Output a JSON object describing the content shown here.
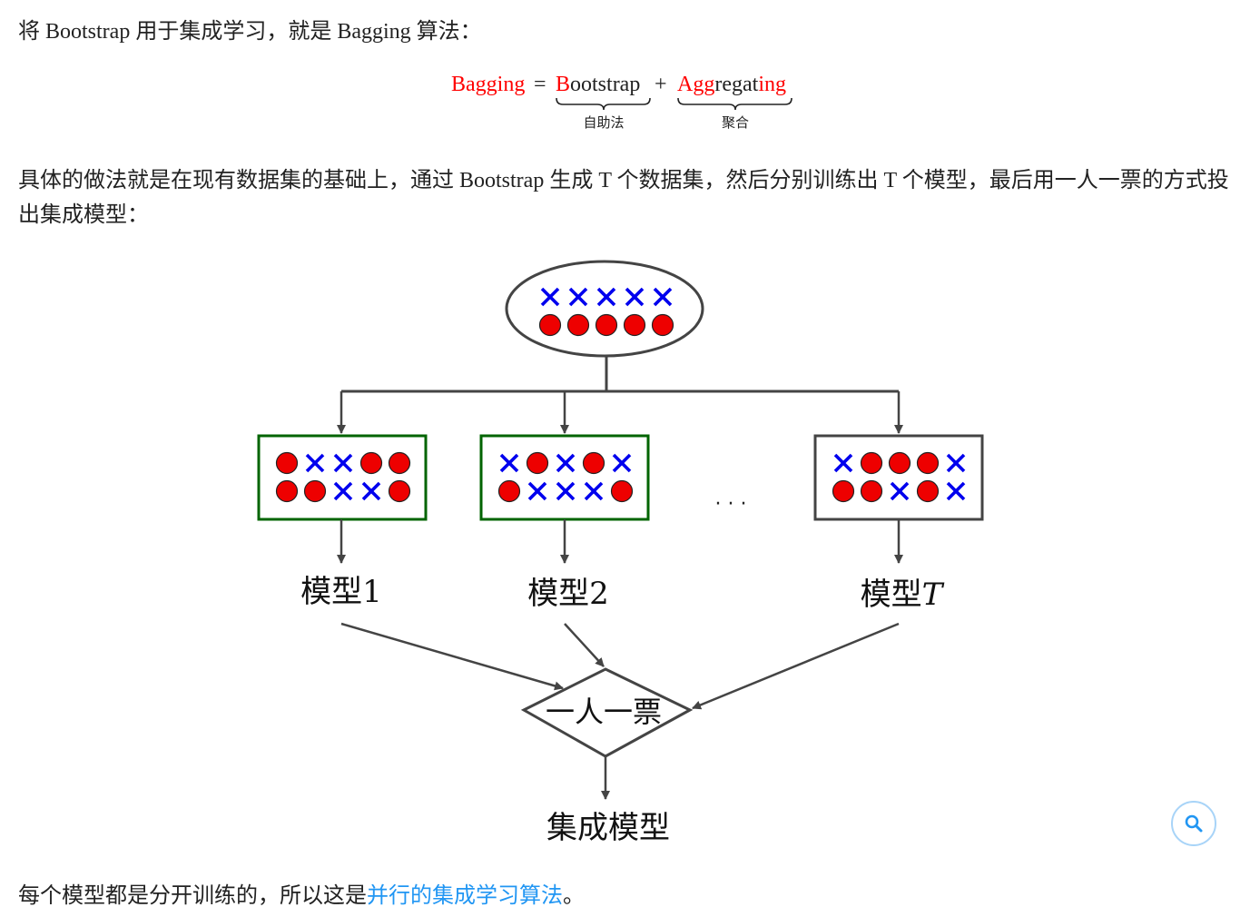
{
  "intro": {
    "prefix": "将 Bootstrap 用于集成学习，就是 Bagging 算法："
  },
  "formula": {
    "lhs": "Bagging",
    "equals": "=",
    "bootstrap_first": "B",
    "bootstrap_rest": "ootstrap",
    "plus": "+",
    "agg_prefix": "Agg",
    "agg_middle": "regat",
    "agg_suffix": "ing",
    "bootstrap_brace_label": "自助法",
    "aggregating_brace_label": "聚合",
    "highlight_color": "#ff0000"
  },
  "description": "具体的做法就是在现有数据集的基础上，通过 Bootstrap 生成 T 个数据集，然后分别训练出 T 个模型，最后用一人一票的方式投出集成模型：",
  "diagram": {
    "source_dataset": {
      "row1": [
        "x",
        "x",
        "x",
        "x",
        "x"
      ],
      "row2": [
        "o",
        "o",
        "o",
        "o",
        "o"
      ]
    },
    "samples": [
      {
        "row1": [
          "o",
          "x",
          "x",
          "o",
          "o"
        ],
        "row2": [
          "o",
          "o",
          "x",
          "x",
          "o"
        ],
        "border_color": "#006400"
      },
      {
        "row1": [
          "x",
          "o",
          "x",
          "o",
          "x"
        ],
        "row2": [
          "o",
          "x",
          "x",
          "x",
          "o"
        ],
        "border_color": "#006400"
      },
      {
        "row1": [
          "x",
          "o",
          "o",
          "o",
          "x"
        ],
        "row2": [
          "o",
          "o",
          "x",
          "o",
          "x"
        ],
        "border_color": "#444444"
      }
    ],
    "ellipsis": "· · ·",
    "model_labels": [
      {
        "prefix": "模型",
        "suffix": "1"
      },
      {
        "prefix": "模型",
        "suffix": "2"
      },
      {
        "prefix": "模型",
        "suffix": "T"
      }
    ],
    "vote_label": "一人一票",
    "result_label": "集成模型",
    "colors": {
      "cross": "#0000ee",
      "dot": "#ee0000",
      "line": "#444444"
    }
  },
  "closing": {
    "prefix": "每个模型都是分开训练的，所以这是",
    "link": "并行的集成学习算法",
    "suffix": "。"
  },
  "search_icon": "magnifier-icon"
}
